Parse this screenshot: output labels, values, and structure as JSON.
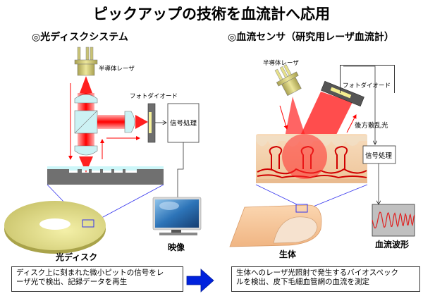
{
  "title": "ピックアップの技術を血流計へ応用",
  "left": {
    "section_title": "◎光ディスクシステム",
    "laser_label": "半導体レーザ",
    "photodiode_label": "フォトダイオード",
    "signal_processing_label": "信号処理",
    "disc_label": "光ディスク",
    "display_label": "映像",
    "caption_line1": "ディスク上に刻まれた微小ピットの信号をレ",
    "caption_line2": "ーザ光で検出、記録データを再生"
  },
  "right": {
    "section_title": "◎血流センサ（研究用レーザ血流計）",
    "laser_label": "半導体レーザ",
    "photodiode_label": "フォトダイオード",
    "backscatter_label": "後方散乱光",
    "signal_processing_label": "信号処理",
    "body_label": "生体",
    "waveform_label": "血流波形",
    "caption_line1": "生体へのレーザ光照射で発生するバイオスペック",
    "caption_line2": "ルを検出、皮下毛細血管網の血流を測定"
  },
  "colors": {
    "laser_red": "#ff0000",
    "lens_cyan": "#ccf2f4",
    "disc_yellow": "#e8e49a",
    "skin": "#f5d3aa",
    "zoom_line_blue": "#3333ee",
    "arrow_blue": "#0022dd",
    "monitor_blue": "#2a6fb5",
    "waveform_bg": "#c0c0c0"
  }
}
